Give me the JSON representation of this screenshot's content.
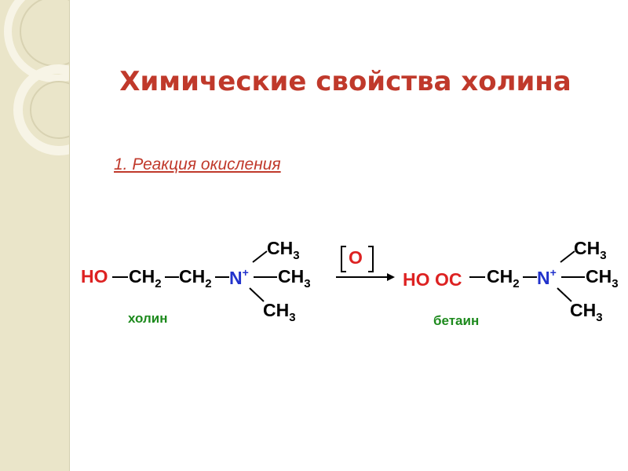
{
  "title": "Химические свойства холина",
  "subtitle": "1. Реакция окисления",
  "choline": {
    "ho": "HO",
    "ch2a": "CH",
    "ch2a_sub": "2",
    "ch2b": "CH",
    "ch2b_sub": "2",
    "n": "N",
    "n_charge": "+",
    "ch3_top": "CH",
    "ch3_top_sub": "3",
    "ch3_right": "CH",
    "ch3_right_sub": "3",
    "ch3_bottom": "CH",
    "ch3_bottom_sub": "3",
    "name": "холин"
  },
  "reagent": "O",
  "betaine": {
    "hoo": "HO",
    "oc": "OC",
    "ch2": "CH",
    "ch2_sub": "2",
    "n": "N",
    "n_charge": "+",
    "ch3_top": "CH",
    "ch3_top_sub": "3",
    "ch3_right": "CH",
    "ch3_right_sub": "3",
    "ch3_bottom": "CH",
    "ch3_bottom_sub": "3",
    "name": "бетаин"
  },
  "colors": {
    "title": "#c0392b",
    "hydroxyl": "#d22",
    "nitrogen": "#2233cc",
    "label": "#1d8a1d",
    "sidebar": "#eae5c9"
  }
}
